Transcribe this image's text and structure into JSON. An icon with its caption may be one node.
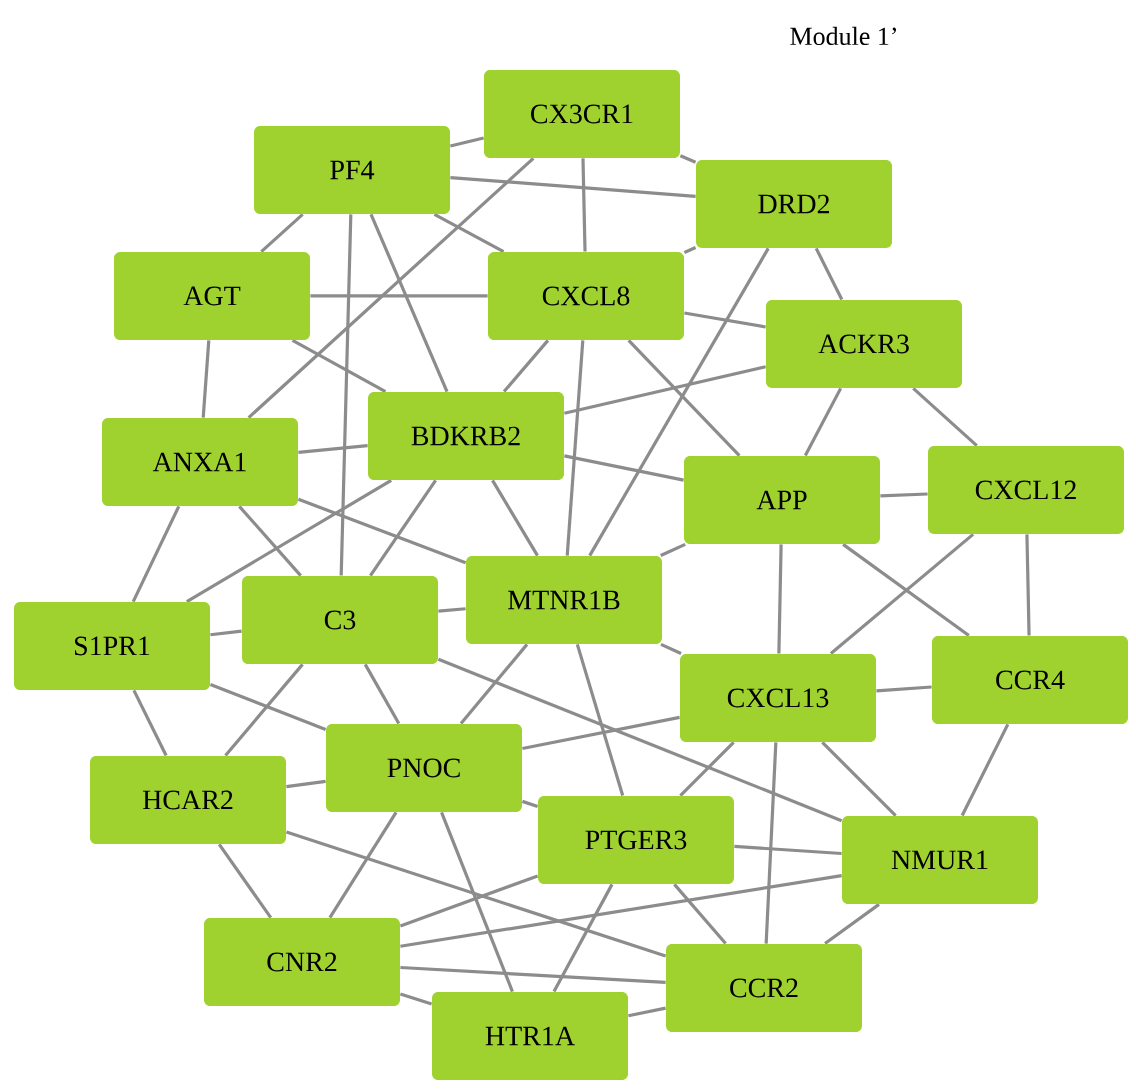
{
  "diagram": {
    "title": "Module 1’",
    "nodes": [
      {
        "text": [
          "CX3CR1"
        ]
      },
      {
        "text": [
          "PF4"
        ]
      },
      {
        "text": [
          "DRD2"
        ]
      },
      {
        "text": [
          "AGT"
        ]
      },
      {
        "text": [
          "CXCL8"
        ]
      },
      {
        "text": [
          "ACKR3"
        ]
      },
      {
        "text": [
          "ANXA1"
        ]
      },
      {
        "text": [
          "BDKRB2"
        ]
      },
      {
        "text": [
          "APP"
        ]
      },
      {
        "text": [
          "CXCL12"
        ]
      },
      {
        "text": [
          "C3"
        ]
      },
      {
        "text": [
          "MTNR1B"
        ]
      },
      {
        "text": [
          "S1PR1"
        ]
      },
      {
        "text": [
          "CXCL13"
        ]
      },
      {
        "text": [
          "CCR4"
        ]
      },
      {
        "text": [
          "PNOC"
        ]
      },
      {
        "text": [
          "HCAR2"
        ]
      },
      {
        "text": [
          "PTGER3"
        ]
      },
      {
        "text": [
          "NMUR1"
        ]
      },
      {
        "text": [
          "CNR2"
        ]
      },
      {
        "text": [
          "CCR2"
        ]
      },
      {
        "text": [
          "HTR1A"
        ]
      }
    ],
    "edges": [
      {
        "from": 0,
        "to": 1,
        "arrow": "none"
      },
      {
        "from": 0,
        "to": 2,
        "arrow": "none"
      },
      {
        "from": 0,
        "to": 4,
        "arrow": "none"
      },
      {
        "from": 0,
        "to": 6,
        "arrow": "none"
      },
      {
        "from": 1,
        "to": 2,
        "arrow": "none"
      },
      {
        "from": 1,
        "to": 3,
        "arrow": "none"
      },
      {
        "from": 1,
        "to": 4,
        "arrow": "none"
      },
      {
        "from": 1,
        "to": 7,
        "arrow": "none"
      },
      {
        "from": 1,
        "to": 10,
        "arrow": "none"
      },
      {
        "from": 2,
        "to": 4,
        "arrow": "none"
      },
      {
        "from": 2,
        "to": 5,
        "arrow": "none"
      },
      {
        "from": 2,
        "to": 11,
        "arrow": "none"
      },
      {
        "from": 3,
        "to": 4,
        "arrow": "none"
      },
      {
        "from": 3,
        "to": 6,
        "arrow": "none"
      },
      {
        "from": 3,
        "to": 7,
        "arrow": "none"
      },
      {
        "from": 4,
        "to": 5,
        "arrow": "none"
      },
      {
        "from": 4,
        "to": 7,
        "arrow": "none"
      },
      {
        "from": 4,
        "to": 8,
        "arrow": "none"
      },
      {
        "from": 4,
        "to": 11,
        "arrow": "none"
      },
      {
        "from": 5,
        "to": 7,
        "arrow": "none"
      },
      {
        "from": 5,
        "to": 8,
        "arrow": "none"
      },
      {
        "from": 5,
        "to": 9,
        "arrow": "none"
      },
      {
        "from": 6,
        "to": 7,
        "arrow": "none"
      },
      {
        "from": 6,
        "to": 10,
        "arrow": "none"
      },
      {
        "from": 6,
        "to": 11,
        "arrow": "none"
      },
      {
        "from": 6,
        "to": 12,
        "arrow": "none"
      },
      {
        "from": 7,
        "to": 8,
        "arrow": "none"
      },
      {
        "from": 7,
        "to": 10,
        "arrow": "none"
      },
      {
        "from": 7,
        "to": 11,
        "arrow": "none"
      },
      {
        "from": 7,
        "to": 12,
        "arrow": "none"
      },
      {
        "from": 8,
        "to": 9,
        "arrow": "none"
      },
      {
        "from": 8,
        "to": 11,
        "arrow": "none"
      },
      {
        "from": 8,
        "to": 13,
        "arrow": "none"
      },
      {
        "from": 8,
        "to": 14,
        "arrow": "none"
      },
      {
        "from": 9,
        "to": 13,
        "arrow": "none"
      },
      {
        "from": 9,
        "to": 14,
        "arrow": "none"
      },
      {
        "from": 10,
        "to": 11,
        "arrow": "none"
      },
      {
        "from": 10,
        "to": 12,
        "arrow": "none"
      },
      {
        "from": 10,
        "to": 15,
        "arrow": "none"
      },
      {
        "from": 10,
        "to": 16,
        "arrow": "none"
      },
      {
        "from": 10,
        "to": 18,
        "arrow": "none"
      },
      {
        "from": 11,
        "to": 13,
        "arrow": "none"
      },
      {
        "from": 11,
        "to": 15,
        "arrow": "none"
      },
      {
        "from": 11,
        "to": 17,
        "arrow": "none"
      },
      {
        "from": 12,
        "to": 15,
        "arrow": "none"
      },
      {
        "from": 12,
        "to": 16,
        "arrow": "none"
      },
      {
        "from": 13,
        "to": 14,
        "arrow": "none"
      },
      {
        "from": 13,
        "to": 15,
        "arrow": "none"
      },
      {
        "from": 13,
        "to": 17,
        "arrow": "none"
      },
      {
        "from": 13,
        "to": 18,
        "arrow": "none"
      },
      {
        "from": 13,
        "to": 20,
        "arrow": "none"
      },
      {
        "from": 14,
        "to": 18,
        "arrow": "none"
      },
      {
        "from": 15,
        "to": 16,
        "arrow": "none"
      },
      {
        "from": 15,
        "to": 17,
        "arrow": "none"
      },
      {
        "from": 15,
        "to": 19,
        "arrow": "none"
      },
      {
        "from": 15,
        "to": 21,
        "arrow": "none"
      },
      {
        "from": 16,
        "to": 19,
        "arrow": "none"
      },
      {
        "from": 16,
        "to": 20,
        "arrow": "none"
      },
      {
        "from": 17,
        "to": 18,
        "arrow": "none"
      },
      {
        "from": 17,
        "to": 19,
        "arrow": "none"
      },
      {
        "from": 17,
        "to": 20,
        "arrow": "none"
      },
      {
        "from": 17,
        "to": 21,
        "arrow": "none"
      },
      {
        "from": 18,
        "to": 19,
        "arrow": "none"
      },
      {
        "from": 18,
        "to": 20,
        "arrow": "none"
      },
      {
        "from": 19,
        "to": 20,
        "arrow": "none"
      },
      {
        "from": 19,
        "to": 21,
        "arrow": "none"
      },
      {
        "from": 20,
        "to": 21,
        "arrow": "none"
      }
    ]
  }
}
